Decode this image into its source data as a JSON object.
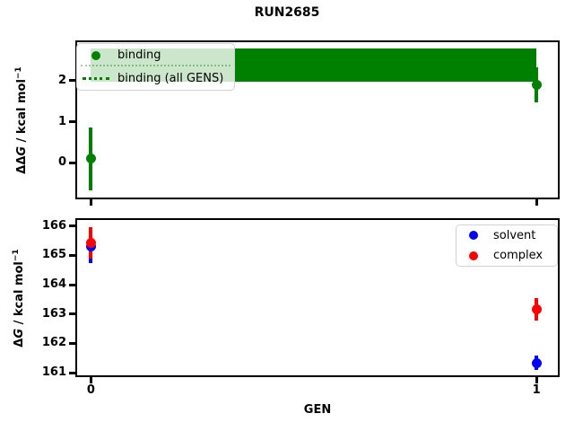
{
  "title": "RUN2685",
  "top_plot": {
    "ylabel": {
      "delta": "ΔΔ",
      "g": "G",
      "rest": " / kcal mol",
      "sup": "−1"
    },
    "legend": {
      "items": [
        {
          "label": "binding",
          "marker": "dot",
          "color_key": "binding"
        },
        {
          "label": "binding (all GENS)",
          "marker": "dotted-line",
          "color_key": "binding"
        }
      ]
    }
  },
  "bottom_plot": {
    "ylabel": {
      "delta": "Δ",
      "g": "G",
      "rest": " / kcal mol",
      "sup": "−1"
    },
    "xlabel": "GEN",
    "legend": {
      "items": [
        {
          "label": "solvent",
          "marker": "dot",
          "color_key": "solvent"
        },
        {
          "label": "complex",
          "marker": "dot",
          "color_key": "complex"
        }
      ]
    }
  },
  "colors": {
    "binding": "#008000",
    "solvent": "#0000ff",
    "complex": "#ff0000",
    "axes": "#000000",
    "background": "#ffffff"
  },
  "chart_data": [
    {
      "type": "scatter",
      "title": "RUN2685",
      "ylabel": "ΔΔG / kcal mol⁻¹",
      "xlabel": "GEN",
      "xlim": [
        -0.031,
        1.048
      ],
      "ylim": [
        -0.84,
        2.93
      ],
      "yticks": [
        0,
        1,
        2
      ],
      "xticks": [
        0,
        1
      ],
      "xticklabels": [],
      "grid": false,
      "legend_position": "upper left",
      "series": [
        {
          "name": "binding",
          "color_key": "binding",
          "marker": "circle",
          "points": [
            {
              "x": 0,
              "y": 0.1,
              "yerr": 0.77
            },
            {
              "x": 1,
              "y": 1.89,
              "yerr": 0.43
            }
          ]
        }
      ],
      "hband": {
        "name": "binding (all GENS)",
        "y": 2.38,
        "yerr": 0.4,
        "color_key": "binding",
        "x_range": [
          0,
          1
        ],
        "center_line_style": "dotted"
      }
    },
    {
      "type": "scatter",
      "ylabel": "ΔG / kcal mol⁻¹",
      "xlabel": "GEN",
      "xlim": [
        -0.031,
        1.048
      ],
      "ylim": [
        160.91,
        166.21
      ],
      "yticks": [
        161,
        162,
        163,
        164,
        165,
        166
      ],
      "xticks": [
        0,
        1
      ],
      "xticklabels": [
        "0",
        "1"
      ],
      "grid": false,
      "legend_position": "upper right",
      "series": [
        {
          "name": "solvent",
          "color_key": "solvent",
          "marker": "circle",
          "points": [
            {
              "x": 0,
              "y": 165.3,
              "yerr": 0.55
            },
            {
              "x": 1,
              "y": 161.33,
              "yerr": 0.25
            }
          ]
        },
        {
          "name": "complex",
          "color_key": "complex",
          "marker": "circle",
          "points": [
            {
              "x": 0,
              "y": 165.42,
              "yerr": 0.53
            },
            {
              "x": 1,
              "y": 163.16,
              "yerr": 0.38
            }
          ]
        }
      ]
    }
  ]
}
